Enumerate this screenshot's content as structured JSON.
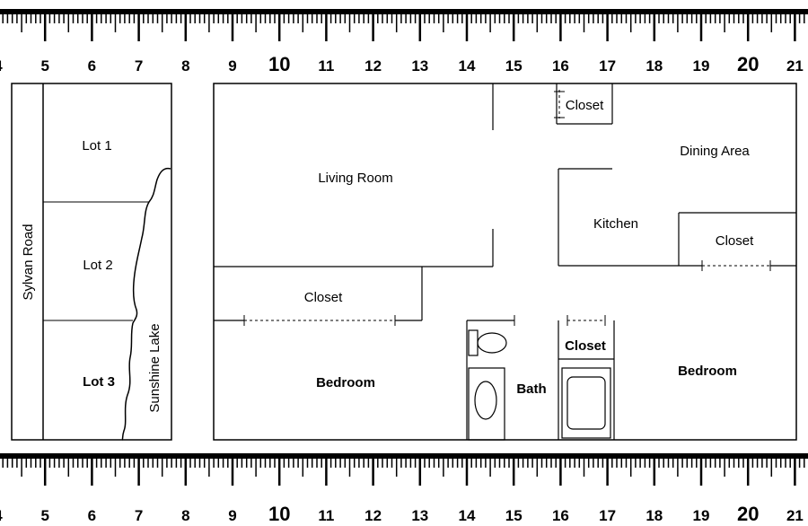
{
  "ruler": {
    "numbers": [
      "4",
      "5",
      "6",
      "7",
      "8",
      "9",
      "10",
      "11",
      "12",
      "13",
      "14",
      "15",
      "16",
      "17",
      "18",
      "19",
      "20",
      "21"
    ],
    "big_numbers": [
      "10",
      "20"
    ]
  },
  "site_map": {
    "road": "Sylvan Road",
    "lake": "Sunshine Lake",
    "lots": [
      "Lot 1",
      "Lot 2",
      "Lot 3"
    ]
  },
  "floor_plan": {
    "living_room": "Living Room",
    "dining_area": "Dining Area",
    "kitchen": "Kitchen",
    "bath": "Bath",
    "closet_top": "Closet",
    "closet_kitchen": "Closet",
    "closet_left": "Closet",
    "closet_bath": "Closet",
    "bedroom_left": "Bedroom",
    "bedroom_right": "Bedroom"
  }
}
